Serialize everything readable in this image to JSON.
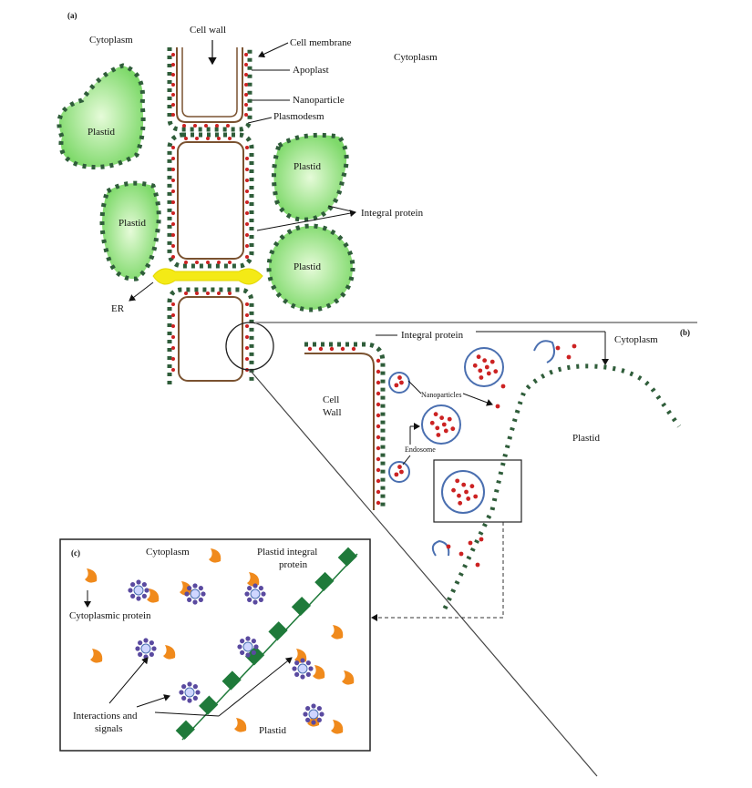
{
  "panel_a": {
    "tag": "(a)",
    "labels": {
      "cytoplasm_left": "Cytoplasm",
      "cytoplasm_right": "Cytoplasm",
      "cell_wall": "Cell wall",
      "cell_membrane": "Cell membrane",
      "apoplast": "Apoplast",
      "nanoparticle": "Nanoparticle",
      "plasmodesm": "Plasmodesm",
      "integral_protein": "Integral protein",
      "er": "ER"
    },
    "plastid_labels": [
      "Plastid",
      "Plastid",
      "Plastid",
      "Plastid"
    ]
  },
  "panel_b": {
    "tag": "(b)",
    "labels": {
      "integral_protein": "Integral protein",
      "cytoplasm": "Cytoplasm",
      "cell": "Cell",
      "wall": "Wall",
      "nanoparticles": "Nanoparticles",
      "endosome": "Endosome",
      "plastid": "Plastid"
    }
  },
  "panel_c": {
    "tag": "(c)",
    "labels": {
      "cytoplasm": "Cytoplasm",
      "plastid_integral_1": "Plastid integral",
      "plastid_integral_2": "protein",
      "cytoplasmic_protein": "Cytoplasmic protein",
      "interactions_1": "Interactions and",
      "interactions_2": "signals",
      "plastid": "Plastid"
    }
  },
  "colors": {
    "plastid_fill": "#8fe07a",
    "plastid_light": "#d8f7c8",
    "membrane_dot": "#2f5d3a",
    "nanoparticle": "#cc2222",
    "cell_wall": "#7a5230",
    "er": "#f4ea16",
    "vesicle": "#4a6fb0",
    "cyto_protein": "#f08a1c",
    "complex": "#5a4aa0",
    "integral_square": "#1f7a3a"
  }
}
